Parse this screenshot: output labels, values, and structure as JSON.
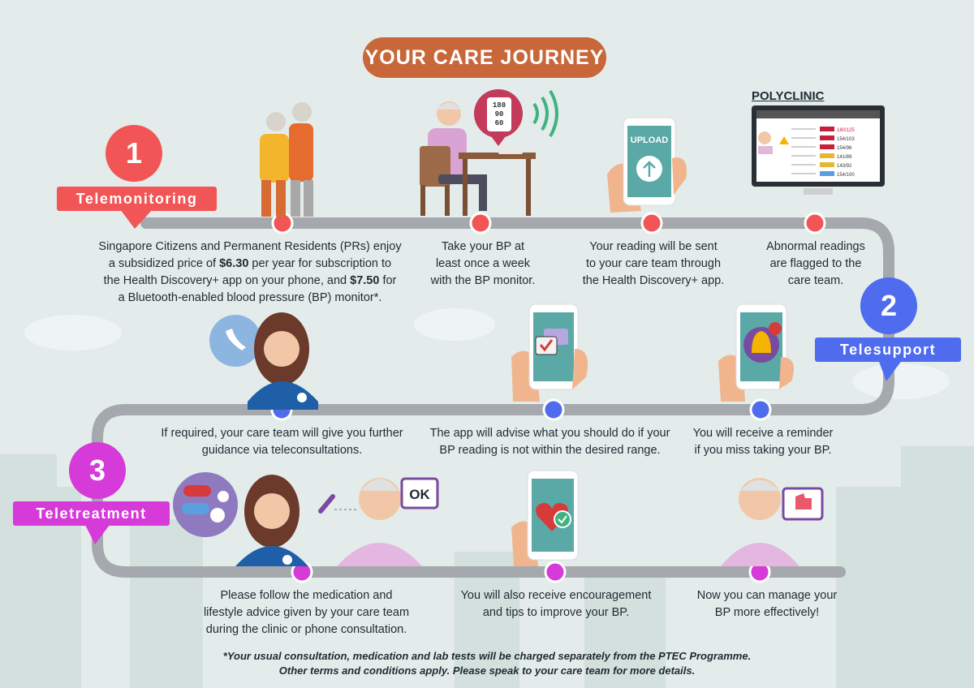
{
  "title": "YOUR CARE JOURNEY",
  "polyclinic_label": "POLYCLINIC",
  "upload_label": "UPLOAD",
  "ok_label": "OK",
  "stages": [
    {
      "number": "1",
      "label": "Telemonitoring",
      "color": "#f25555"
    },
    {
      "number": "2",
      "label": "Telesupport",
      "color": "#4f6bee"
    },
    {
      "number": "3",
      "label": "Teletreatment",
      "color": "#d63ad8"
    }
  ],
  "steps_row1": {
    "s1_pre1": "Singapore Citizens and Permanent Residents (PRs) enjoy",
    "s1_pre2": "a subsidized price of ",
    "s1_price1": "$6.30",
    "s1_mid2": " per year for subscription to",
    "s1_pre3": "the Health Discovery+ app on your phone, and ",
    "s1_price2": "$7.50",
    "s1_mid3": " for",
    "s1_line4": "a Bluetooth-enabled blood pressure (BP) monitor*.",
    "s2_l1": "Take your BP at",
    "s2_l2": "least once a week",
    "s2_l3": "with the BP monitor.",
    "s3_l1": "Your reading will be sent",
    "s3_l2": "to your care team through",
    "s3_l3": "the Health Discovery+ app.",
    "s4_l1": "Abnormal readings",
    "s4_l2": "are flagged to the",
    "s4_l3": "care team."
  },
  "steps_row2": {
    "a_l1": "If required, your care team will give you further",
    "a_l2": "guidance via teleconsultations.",
    "b_l1": "The app will advise what you should do if your",
    "b_l2": "BP reading is not within the desired range.",
    "c_l1": "You will receive a reminder",
    "c_l2": "if you miss taking your BP."
  },
  "steps_row3": {
    "a_l1": "Please follow the medication and",
    "a_l2": "lifestyle advice given by your care team",
    "a_l3": "during the clinic or phone consultation.",
    "b_l1": "You will also receive encouragement",
    "b_l2": "and tips to improve your BP.",
    "c_l1": "Now you can manage your",
    "c_l2": "BP more effectively!"
  },
  "monitor_readings": [
    "180/125",
    "154/103",
    "154/96",
    "141/89",
    "143/92",
    "154/100"
  ],
  "monitor_colors": [
    "#c8203a",
    "#c8203a",
    "#c8203a",
    "#e6b830",
    "#e6b830",
    "#5aa0e0"
  ],
  "bp_device": [
    "180",
    "90",
    "60"
  ],
  "footnote_l1": "*Your usual consultation, medication and lab tests will be charged separately from the PTEC Programme.",
  "footnote_l2": "Other terms and conditions apply. Please speak to your care team for more details."
}
